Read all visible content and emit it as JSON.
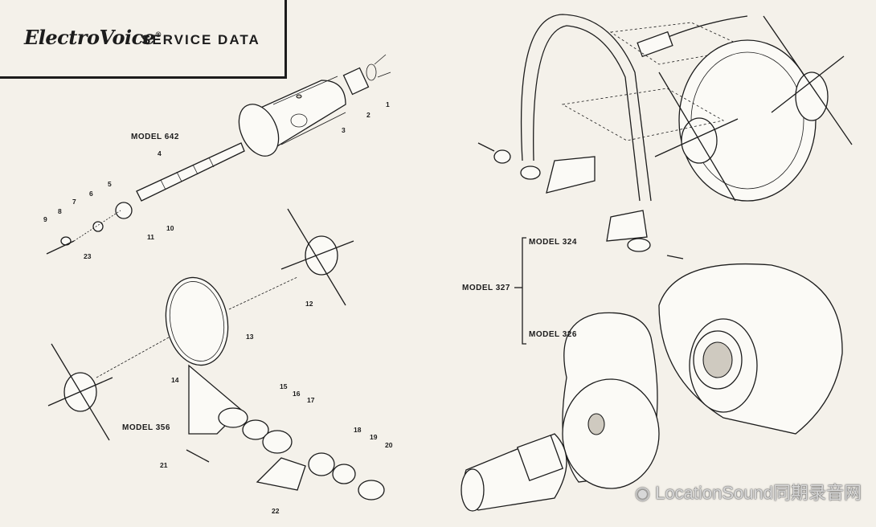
{
  "header": {
    "brand": "ElectroVoice",
    "brand_mark": "®",
    "title": "SERVICE DATA"
  },
  "models": {
    "m642": "MODEL 642",
    "m356": "MODEL 356",
    "m324": "MODEL 324",
    "m327": "MODEL 327",
    "m326": "MODEL 326"
  },
  "watermark": {
    "text": "LocationSound同期录音网",
    "icon": "wechat-icon"
  },
  "callouts": {
    "n1": "1",
    "n2": "2",
    "n3": "3",
    "n4": "4",
    "n5": "5",
    "n6": "6",
    "n7": "7",
    "n8": "8",
    "n9": "9",
    "n10": "10",
    "n11": "11",
    "n12": "12",
    "n13": "13",
    "n14": "14",
    "n15": "15",
    "n16": "16",
    "n17": "17",
    "n18": "18",
    "n19": "19",
    "n20": "20",
    "n21": "21",
    "n22": "22",
    "n23": "23"
  },
  "colors": {
    "paper": "#f4f1ea",
    "ink": "#1c1c1c"
  }
}
